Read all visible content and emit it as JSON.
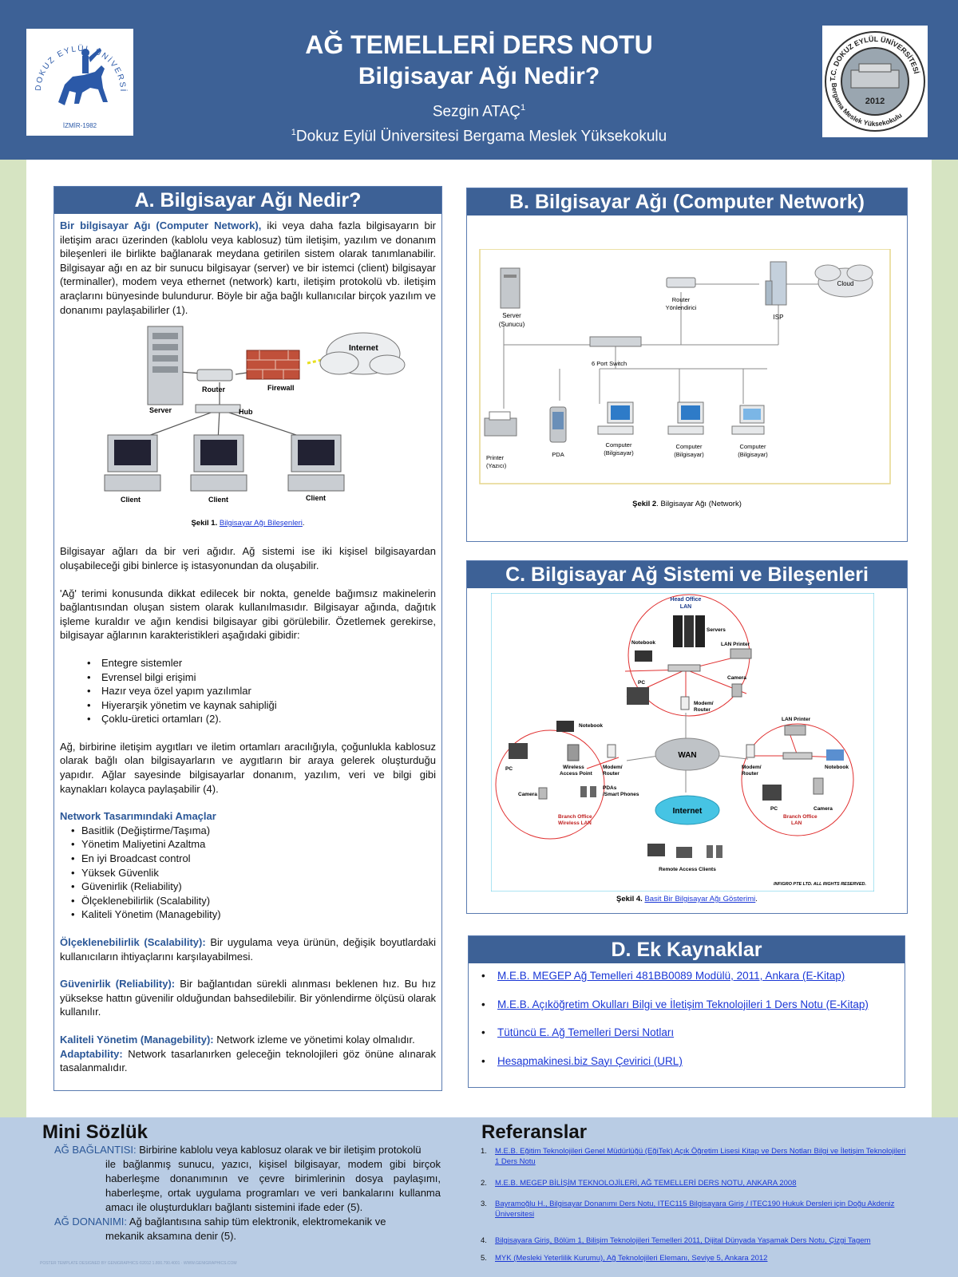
{
  "header": {
    "title": "AĞ TEMELLERİ DERS NOTU",
    "subtitle": "Bilgisayar Ağı Nedir?",
    "author": "Sezgin ATAÇ",
    "author_sup": "1",
    "affil_sup": "1",
    "affiliation": "Dokuz Eylül Üniversitesi Bergama Meslek Yüksekokulu",
    "logo_left": {
      "ring": "DOKUZ EYLÜL ÜNİVERSİTESİ",
      "bottom": "İZMİR-1982"
    },
    "logo_right": {
      "top": "T.C. DOKUZ EYLÜL ÜNİVERSİTESİ",
      "bottom": "Bergama Meslek Yüksekokulu",
      "year": "2012"
    }
  },
  "sectionA": {
    "heading": "A. Bilgisayar Ağı Nedir?",
    "intro_bold": "Bir bilgisayar Ağı (Computer Network),",
    "intro_rest": " iki veya daha fazla bilgisayarın bir iletişim aracı üzerinden (kablolu veya kablosuz) tüm iletişim, yazılım ve donanım bileşenleri ile birlikte bağlanarak meydana getirilen sistem olarak tanımlanabilir.  Bilgisayar ağı en az bir sunucu bilgisayar (server) ve bir istemci (client) bilgisayar (terminaller), modem veya ethernet (network) kartı, iletişim protokolü vb. iletişim araçlarını bünyesinde bulundurur. Böyle bir ağa bağlı kullanıcılar birçok yazılım ve donanımı paylaşabilirler (1).",
    "fig1": {
      "server": "Server",
      "router": "Router",
      "firewall": "Firewall",
      "internet": "Internet",
      "hub": "Hub",
      "client": "Client"
    },
    "caption_prefix": "Şekil 1.",
    "caption_link": "Bilgisayar Ağı  Bileşenleri",
    "p1": "Bilgisayar ağları da bir veri ağıdır.  Ağ sistemi ise iki kişisel bilgisayardan oluşabileceği gibi binlerce iş istasyonundan da oluşabilir.",
    "p2": "'Ağ' terimi konusunda dikkat edilecek bir nokta, genelde bağımsız makinelerin bağlantısından oluşan sistem olarak kullanılmasıdır. Bilgisayar ağında, dağıtık işleme kuraldır ve ağın kendisi bilgisayar gibi görülebilir. Özetlemek gerekirse, bilgisayar ağlarının karakteristikleri aşağıdaki gibidir:",
    "features": [
      "Entegre sistemler",
      "Evrensel bilgi erişimi",
      "Hazır veya özel yapım yazılımlar",
      "Hiyerarşik yönetim ve kaynak sahipliği",
      "Çoklu-üretici ortamları (2)."
    ],
    "p3": "Ağ, birbirine iletişim aygıtları ve iletim ortamları aracılığıyla, çoğunlukla kablosuz olarak bağlı olan bilgisayarların ve aygıtların bir araya gelerek oluşturduğu yapıdır.  Ağlar sayesinde bilgisayarlar donanım, yazılım, veri ve bilgi gibi kaynakları kolayca paylaşabilir (4).",
    "goals_title": "Network Tasarımındaki Amaçlar",
    "goals": [
      "Basitlik (Değiştirme/Taşıma)",
      "Yönetim Maliyetini Azaltma",
      "En iyi Broadcast control",
      "Yüksek Güvenlik",
      "Güvenirlik (Reliability)",
      "Ölçeklenebilirlik (Scalability)",
      "Kaliteli Yönetim (Managebility)"
    ],
    "scal_term": "Ölçeklenebilirlik (Scalability):",
    "scal_text": " Bir uygulama veya ürünün, değişik boyutlardaki kullanıcıların ihtiyaçlarını karşılayabilmesi.",
    "rel_term": "Güvenirlik (Reliability):",
    "rel_text": " Bir bağlantıdan sürekli alınması beklenen hız. Bu hız yüksekse hattın güvenilir olduğundan bahsedilebilir. Bir yönlendirme ölçüsü olarak kullanılır.",
    "man_term": "Kaliteli Yönetim (Managebility):",
    "man_text": " Network izleme ve yönetimi kolay olmalıdır.",
    "ad_term": "Adaptability:",
    "ad_text": " Network tasarlanırken geleceğin teknolojileri göz önüne alınarak tasalanmalıdır."
  },
  "sectionB": {
    "heading": "B. Bilgisayar Ağı (Computer Network)",
    "labels": {
      "server": "Server",
      "server_tr": "(Sunucu)",
      "router": "Router",
      "router_tr": "Yönlendirici",
      "isp": "ISP",
      "cloud": "Cloud",
      "switch": "6 Port Switch",
      "printer": "Printer",
      "printer_tr": "(Yazıcı)",
      "pda": "PDA",
      "computer": "Computer",
      "computer_tr": "(Bilgisayar)"
    },
    "caption_prefix": "Şekil  2",
    "caption_text": ". Bilgisayar Ağı (Network)"
  },
  "sectionC": {
    "heading": "C. Bilgisayar Ağ Sistemi ve Bileşenleri",
    "labels": {
      "head_office": "Head Office",
      "lan": "LAN",
      "servers": "Servers",
      "notebook": "Notebook",
      "lan_printer": "LAN Printer",
      "pc": "PC",
      "camera": "Camera",
      "modem": "Modem/",
      "router": "Router",
      "wan": "WAN",
      "internet": "Internet",
      "wireless": "Wireless",
      "access_point": "Access Point",
      "pdas": "PDAs",
      "smart_phones": "/Smart Phones",
      "branch_office": "Branch Office",
      "wireless_lan": "Wireless LAN",
      "remote": "Remote Access Clients",
      "copyright": "INFIGRO PTE LTD. ALL RIGHTS RESERVED."
    },
    "caption_prefix": "Şekil 4.",
    "caption_link": "Basit Bir Bilgisayar Ağı Gösterimi",
    "caption_end": "."
  },
  "sectionD": {
    "heading": "D. Ek Kaynaklar",
    "items": [
      "M.E.B. MEGEP  Ağ Temelleri  481BB0089 Modülü, 2011, Ankara  (E-Kitap)",
      "M.E.B. Açıköğretim Okulları Bilgi ve İletişim Teknolojileri 1 Ders Notu (E-Kitap)",
      "Tütüncü E. Ağ Temelleri Dersi Notları",
      "Hesapmakinesi.biz Sayı Çevirici  (URL)"
    ]
  },
  "footer": {
    "sozluk_title": "Mini Sözlük",
    "entry1_term": "AĞ BAĞLANTISI:",
    "entry1_first": " Birbirine kablolu veya kablosuz olarak ve bir iletişim protokolü",
    "entry1_rest": "ile bağlanmış sunucu, yazıcı, kişisel bilgisayar, modem gibi birçok haberleşme donanımının ve çevre birimlerinin dosya paylaşımı, haberleşme, ortak uygulama programları ve veri bankalarını kullanma amacı ile oluşturdukları bağlantı sistemini ifade eder  (5).",
    "entry2_term": "AĞ  DONANIMI:",
    "entry2_first": " Ağ bağlantısına sahip tüm elektronik, elektromekanik ve",
    "entry2_rest": "mekanik aksamına denir (5).",
    "ref_title": "Referanslar",
    "refs": [
      {
        "num": "1.",
        "text": "M.E.B. Eğitim Teknolojileri Genel Müdürlüğü (EğiTek) Açık Öğretim Lisesi Kitap ve Ders Notları Bilgi  ve İletişim Teknolojileri 1 Ders Notu"
      },
      {
        "num": "2.",
        "text": "M.E.B. MEGEP BİLİŞİM TEKNOLOJİLERİ, AĞ TEMELLERİ DERS NOTU, ANKARA 2008"
      },
      {
        "num": "3.",
        "text": "Bayramoğlu H., Bilgisayar Donanımı Ders Notu, ITEC115 Bilgisayara Giriş / ITEC190 Hukuk Dersleri için Doğu Akdeniz Üniversitesi"
      },
      {
        "num": "4.",
        "text": "Bilgisayara Giriş, Bölüm 1, Bilişim Teknolojileri Temelleri 2011, Dijital Dünyada Yaşamak Ders Notu, Çizgi Tagem"
      },
      {
        "num": "5.",
        "text": "MYK (Mesleki Yeterlilik Kurumu), Ağ Teknolojileri Elemanı, Seviye 5, Ankara 2012"
      }
    ],
    "template_note": "POSTER TEMPLATE DESIGNED BY GENIGRAPHICS ©2012 1.800.790.4001 · WWW.GENIGRAPHICS.COM"
  }
}
